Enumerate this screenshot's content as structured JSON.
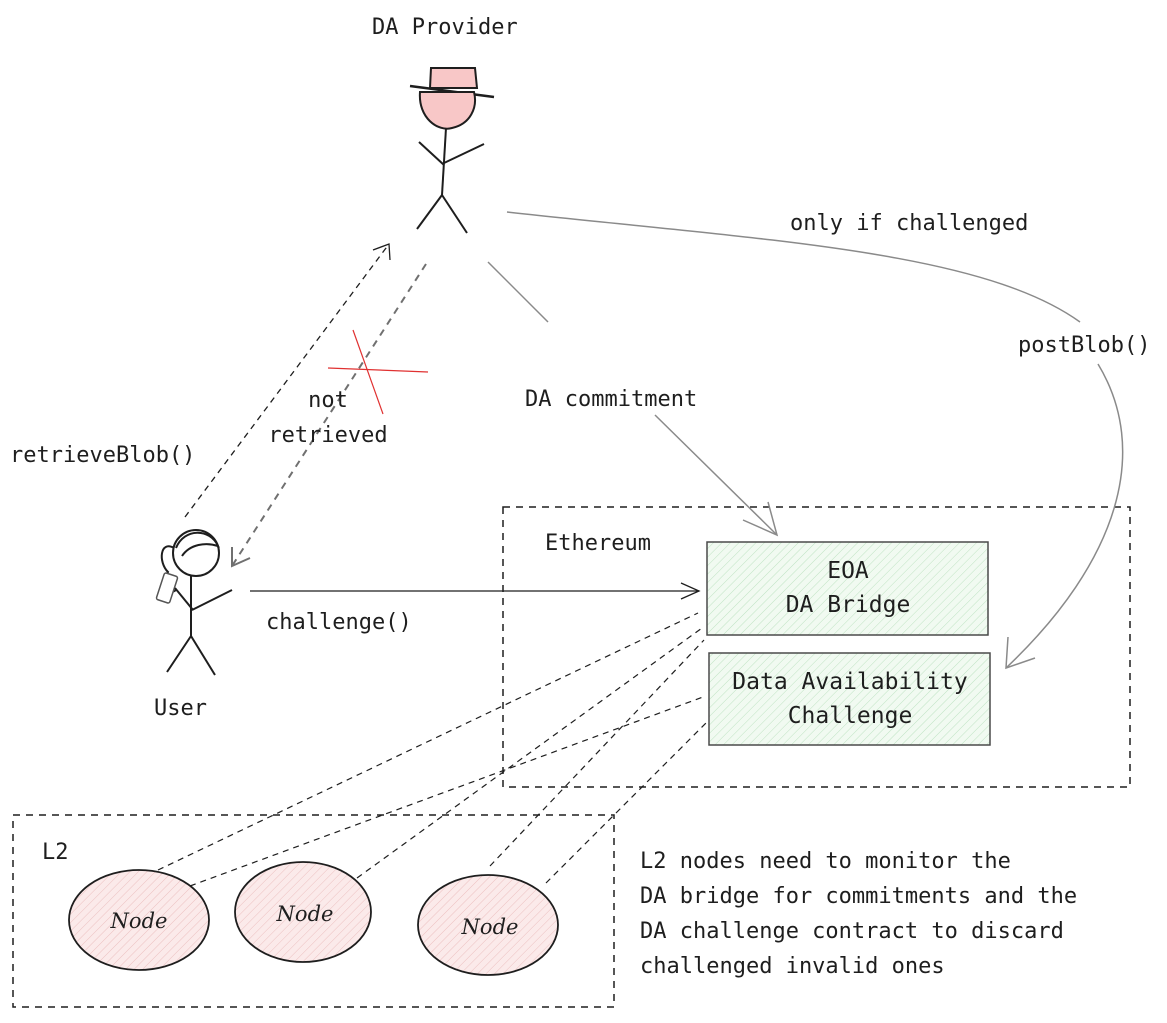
{
  "actors": {
    "da_provider": {
      "label": "DA Provider"
    },
    "user": {
      "label": "User"
    }
  },
  "containers": {
    "ethereum": {
      "label": "Ethereum"
    },
    "l2": {
      "label": "L2"
    }
  },
  "boxes": {
    "eoa_bridge": {
      "line1": "EOA",
      "line2": "DA Bridge"
    },
    "da_challenge": {
      "line1": "Data Availability",
      "line2": "Challenge"
    }
  },
  "nodes": [
    "Node",
    "Node",
    "Node"
  ],
  "edges": {
    "retrieve_blob": "retrieveBlob()",
    "not_retrieved_1": "not",
    "not_retrieved_2": "retrieved",
    "da_commitment": "DA commitment",
    "only_if_challenged": "only if challenged",
    "post_blob": "postBlob()",
    "challenge": "challenge()"
  },
  "note": {
    "lines": [
      "L2 nodes need to monitor the",
      "DA bridge for commitments and the",
      "DA challenge contract to discard",
      "challenged invalid ones"
    ]
  },
  "colors": {
    "ink": "#1e1e1e",
    "arrow": "#8a8a8a",
    "hat": "#f8c7c7",
    "box_fill": "#eef8ee",
    "box_stroke": "#4a4a4a",
    "node_fill": "#f7dede",
    "cross": "#e03131"
  }
}
